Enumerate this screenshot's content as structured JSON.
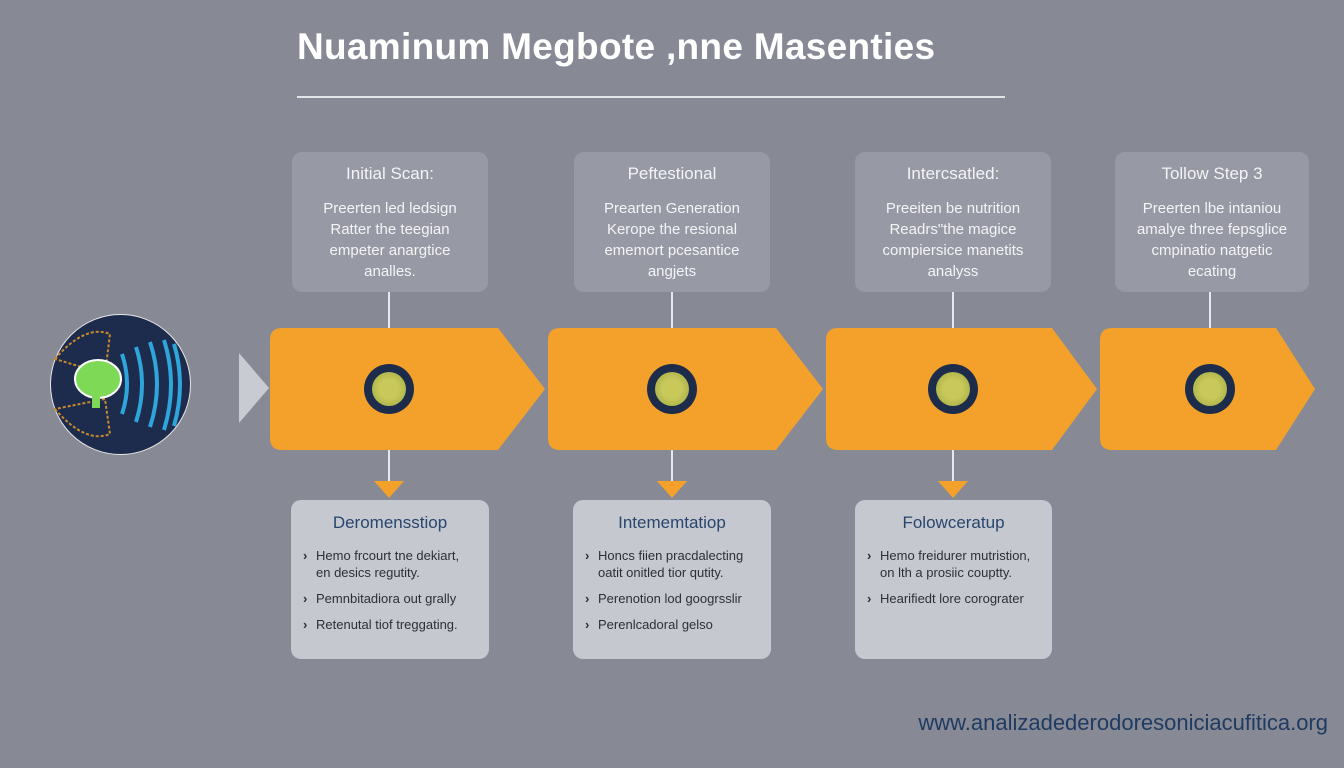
{
  "title": "Nuaminum Megbote ,nne Masenties",
  "steps": [
    {
      "heading": "Initial Scan:",
      "body": [
        "Preerten led ledsign",
        "Ratter the teegian",
        "empeter anargtice",
        "analles."
      ]
    },
    {
      "heading": "Peftestional",
      "body": [
        "Prearten Generation",
        "Kerope the resional",
        "ememort pcesantice",
        "angjets"
      ]
    },
    {
      "heading": "Intercsatled:",
      "body": [
        "Preeiten be nutrition",
        "Readrs\"the magice",
        "compiersice manetits",
        "analyss"
      ]
    },
    {
      "heading": "Tollow Step 3",
      "body": [
        "Preerten lbe intaniou",
        "amalye three fepsglice",
        "cmpinatio natgetic",
        "ecating"
      ]
    }
  ],
  "outcomes": [
    {
      "heading": "Deromensstiop",
      "items": [
        "Hemo frcourt tne dekiart, en desics regutity.",
        "Pemnbitadiora out grally",
        "Retenutal tiof treggating."
      ]
    },
    {
      "heading": "Intememtatiop",
      "items": [
        "Honcs fiien pracdalecting oatit onitled tior qutity.",
        "Perenotion lod googrsslir",
        "Perenlcadoral gelso"
      ]
    },
    {
      "heading": "Folowceratup",
      "items": [
        "Hemo freidurer mutristion, on lth a prosiic couptty.",
        "Hearifiedt lore corograter"
      ]
    }
  ],
  "footer_url": "www.analizadederodoresoniciacufitica.org",
  "colors": {
    "background": "#878a95",
    "accent": "#f3a12a",
    "heading_blue": "#27466e"
  }
}
